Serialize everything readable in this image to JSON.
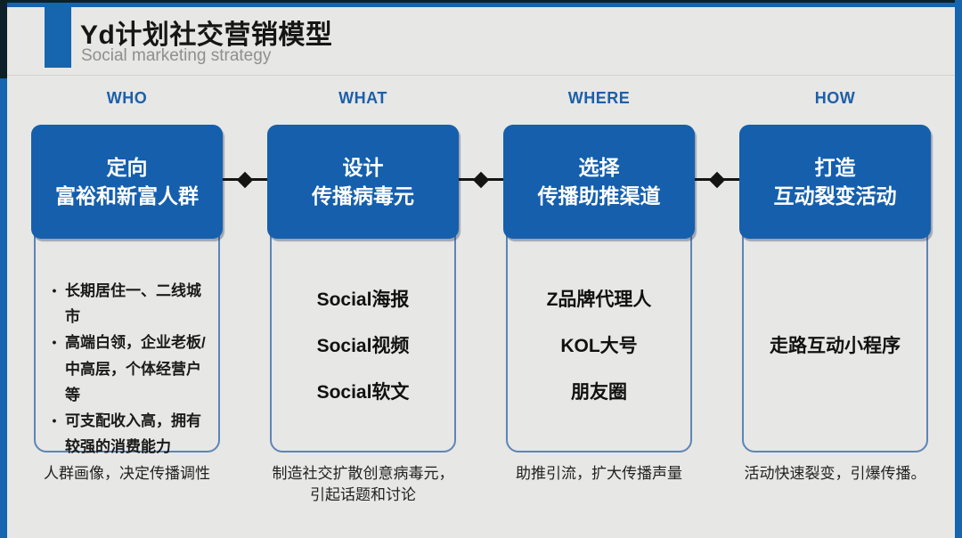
{
  "colors": {
    "accent_blue": "#1565af",
    "box_blue": "#155fad",
    "label_blue": "#1d5fa9",
    "panel_border": "#5e85b5",
    "background": "#e7e7e5",
    "connector_black": "#141414",
    "subtitle_gray": "#8f8f8f"
  },
  "header": {
    "title": "Yd计划社交营销模型",
    "subtitle": "Social marketing strategy"
  },
  "bullet_glyph": "•",
  "columns": [
    {
      "label": "WHO",
      "box_title_lines": [
        "定向",
        "富裕和新富人群"
      ],
      "items": [
        "长期居住一、二线城市",
        "高端白领，企业老板/中高层，个体经营户等",
        "可支配收入高，拥有较强的消费能力"
      ],
      "caption_lines": [
        "人群画像，决定传播调性"
      ]
    },
    {
      "label": "WHAT",
      "box_title_lines": [
        "设计",
        "传播病毒元"
      ],
      "items": [
        "Social海报",
        "Social视频",
        "Social软文"
      ],
      "caption_lines": [
        "制造社交扩散创意病毒元，",
        "引起话题和讨论"
      ]
    },
    {
      "label": "WHERE",
      "box_title_lines": [
        "选择",
        "传播助推渠道"
      ],
      "items": [
        "Z品牌代理人",
        "KOL大号",
        "朋友圈"
      ],
      "caption_lines": [
        "助推引流，扩大传播声量"
      ]
    },
    {
      "label": "HOW",
      "box_title_lines": [
        "打造",
        "互动裂变活动"
      ],
      "items": [
        "走路互动小程序"
      ],
      "caption_lines": [
        "活动快速裂变，引爆传播。"
      ]
    }
  ]
}
